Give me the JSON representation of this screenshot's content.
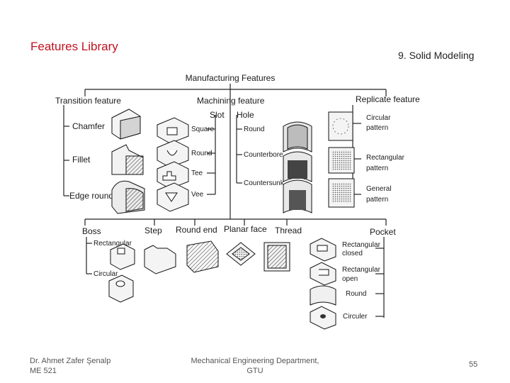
{
  "slide": {
    "title": "Features Library",
    "section": "9. Solid Modeling",
    "footer_author_line1": "Dr. Ahmet Zafer Şenalp",
    "footer_author_line2": "ME 521",
    "footer_dept_line1": "Mechanical Engineering Department,",
    "footer_dept_line2": "GTU",
    "page_number": "55"
  },
  "diagram": {
    "root": "Manufacturing Features",
    "transition": {
      "title": "Transition feature",
      "items": [
        "Chamfer",
        "Fillet",
        "Edge round"
      ]
    },
    "machining": {
      "title": "Machining feature",
      "slot": {
        "title": "Slot",
        "items": [
          "Square",
          "Round",
          "Tee",
          "Vee"
        ]
      },
      "hole": {
        "title": "Hole",
        "items": [
          "Round",
          "Counterbore",
          "Countersunk"
        ]
      }
    },
    "replicate": {
      "title": "Replicate feature",
      "items": [
        {
          "line1": "Circular",
          "line2": "pattern"
        },
        {
          "line1": "Rectangular",
          "line2": "pattern"
        },
        {
          "line1": "General",
          "line2": "pattern"
        }
      ]
    },
    "boss": {
      "title": "Boss",
      "items": [
        "Rectangular",
        "Circular"
      ]
    },
    "step": "Step",
    "round_end": "Round end",
    "planar_face": "Planar face",
    "thread": "Thread",
    "pocket": {
      "title": "Pocket",
      "items": [
        {
          "line1": "Rectangular",
          "line2": "closed"
        },
        {
          "line1": "Rectangular",
          "line2": "open"
        },
        {
          "line1": "Round",
          "line2": ""
        },
        {
          "line1": "Circuler",
          "line2": ""
        }
      ]
    }
  }
}
